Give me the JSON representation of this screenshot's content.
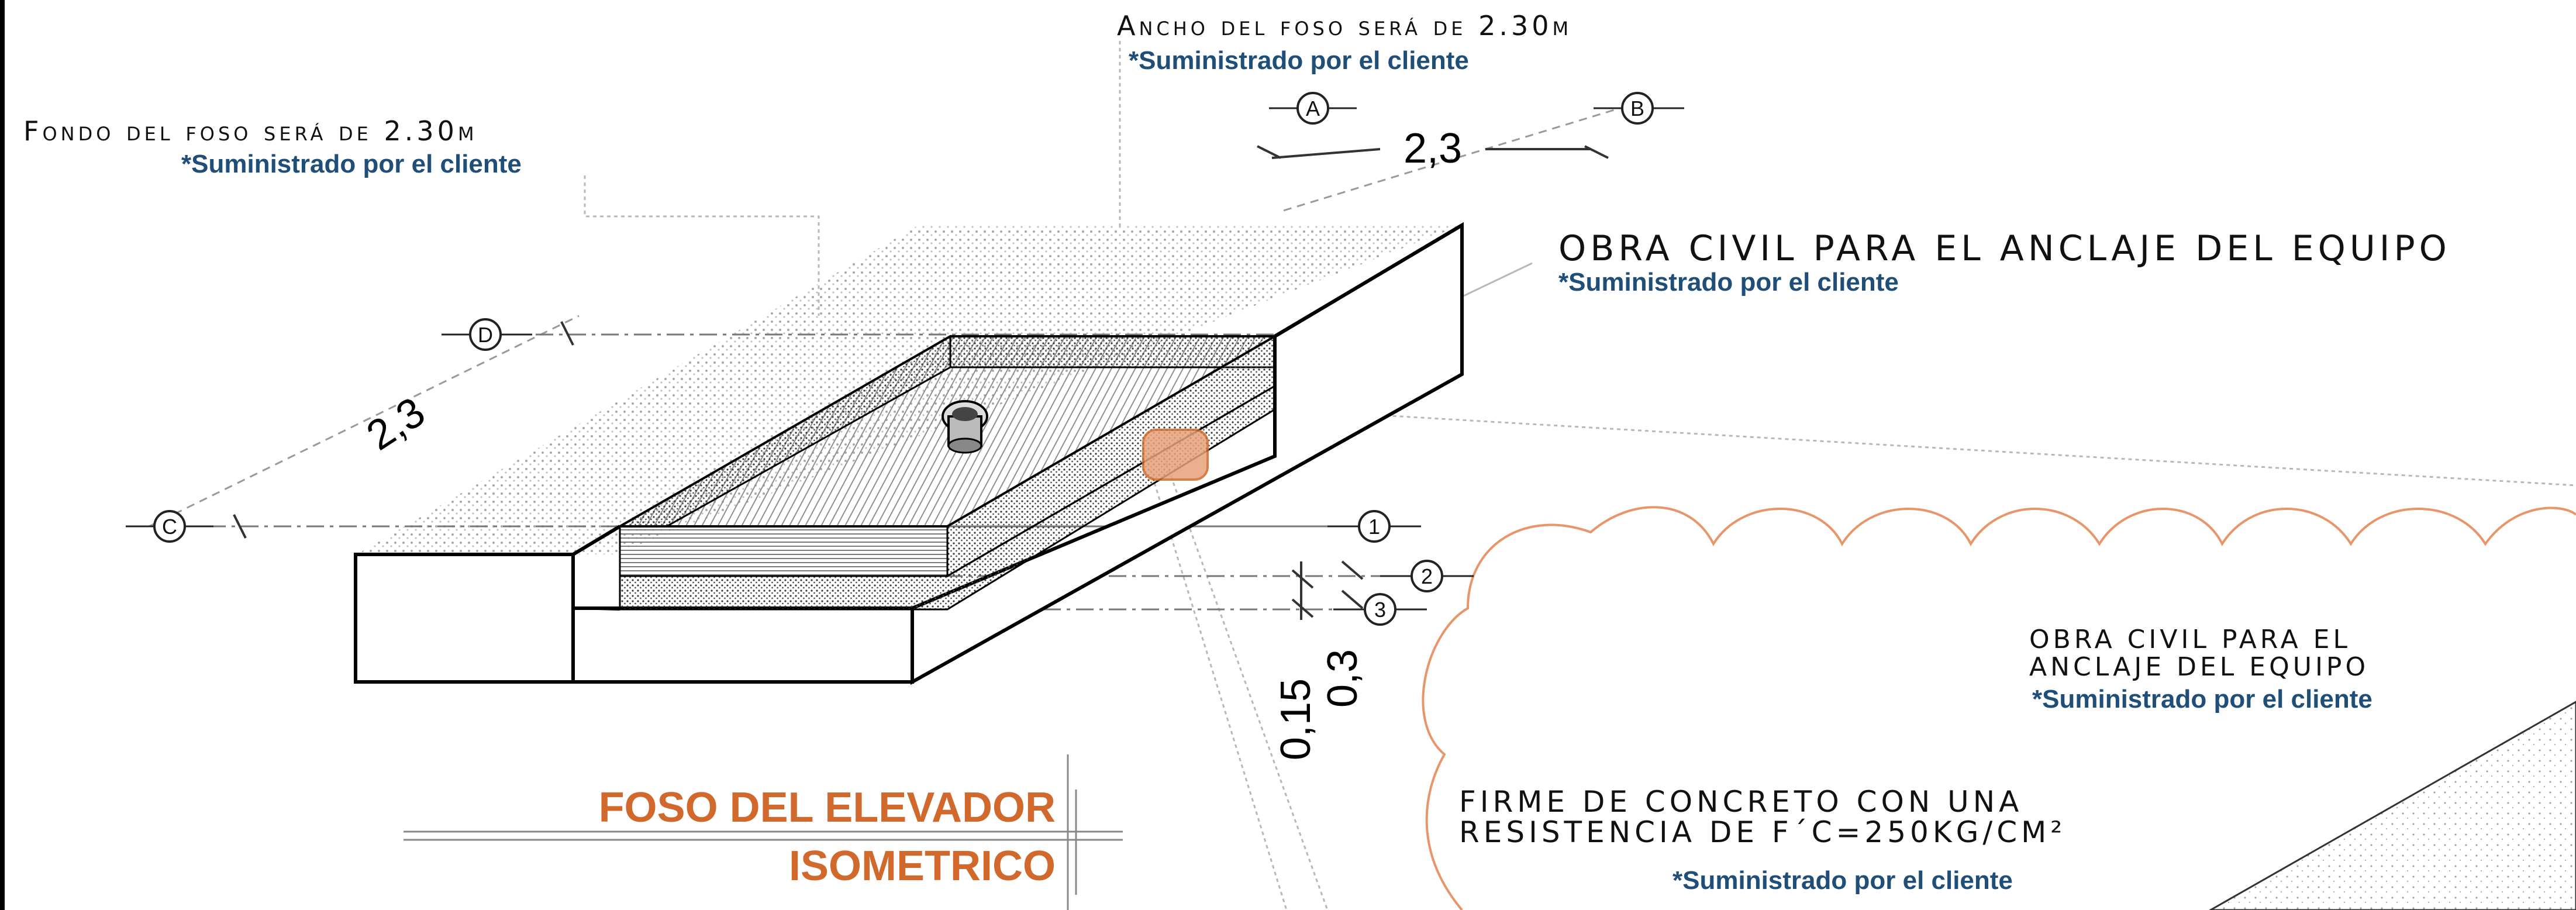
{
  "colors": {
    "client_blue": "#1f4e79",
    "title_orange": "#d0692b",
    "cloud_orange": "#e8956a"
  },
  "labels": {
    "ancho": "Ancho del foso será de 2.30m",
    "ancho_note": "*Suministrado por el cliente",
    "fondo": "Fondo del foso será de 2.30m",
    "fondo_note": "*Suministrado por el cliente",
    "obra_civil": "OBRA CIVIL PARA EL ANCLAJE DEL EQUIPO",
    "obra_civil_note": "*Suministrado por el cliente",
    "obra_civil_2_line1": "OBRA CIVIL PARA EL",
    "obra_civil_2_line2": "ANCLAJE DEL EQUIPO",
    "obra_civil_2_note": "*Suministrado por el cliente",
    "firme_line1": "FIRME DE CONCRETO CON UNA",
    "firme_line2": "RESISTENCIA DE F´C=250KG/CM²",
    "firme_note": "*Suministrado por el cliente"
  },
  "dimensions": {
    "width": "2,3",
    "depth": "2,3",
    "slab": "0,15",
    "pit_depth": "0,3"
  },
  "grid_bubbles": [
    "A",
    "B",
    "C",
    "D",
    "1",
    "2",
    "3"
  ],
  "title_block": {
    "line1": "FOSO DEL ELEVADOR",
    "line2": "ISOMETRICO"
  }
}
